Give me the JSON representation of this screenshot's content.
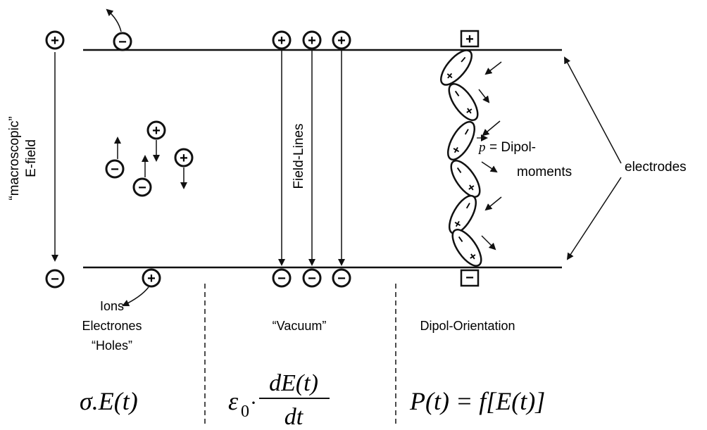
{
  "labels": {
    "macroscopic_efield_line1": "“macroscopic”",
    "macroscopic_efield_line2": "E-field",
    "field_lines": "Field-Lines",
    "dipole_moments_prefix": "= Dipol-",
    "dipole_moments_line2": "moments",
    "dipole_vector_symbol": "p",
    "electrodes": "electrodes",
    "ions": "Ions",
    "electrones": "Electrones",
    "holes": "“Holes”",
    "vacuum": "“Vacuum”",
    "dipole_orientation": "Dipol-Orientation"
  },
  "formulas": {
    "conduction": "σ.E(t)",
    "displacement_eps": "ε",
    "displacement_sub": "0",
    "displacement_dot": "·",
    "displacement_num": "dE(t)",
    "displacement_den": "dt",
    "polarization": "P(t) = f[E(t)]"
  },
  "symbols": {
    "plus": "+",
    "minus": "−"
  }
}
